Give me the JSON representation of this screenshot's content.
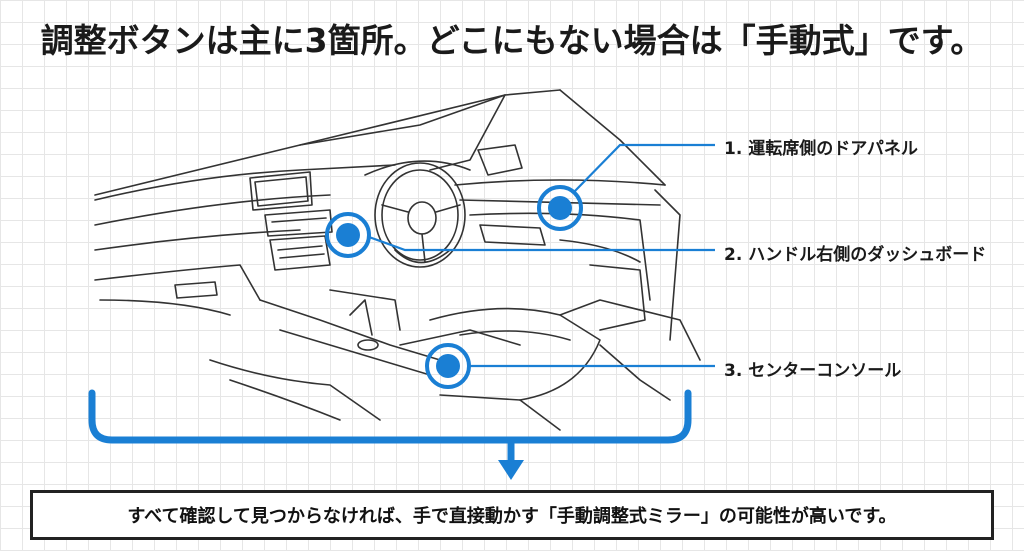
{
  "headline": "調整ボタンは主に3箇所。どこにもない場合は「手動式」です。",
  "callouts": [
    {
      "label": "1. 運転席側のドアパネル"
    },
    {
      "label": "2. ハンドル右側のダッシュボード"
    },
    {
      "label": "3. センターコンソール"
    }
  ],
  "conclusion": "すべて確認して見つからなければ、手で直接動かす「手動調整式ミラー」の可能性が高いです。",
  "colors": {
    "accent": "#1a7fd4",
    "line": "#333333",
    "grid": "#e6e6e6"
  }
}
